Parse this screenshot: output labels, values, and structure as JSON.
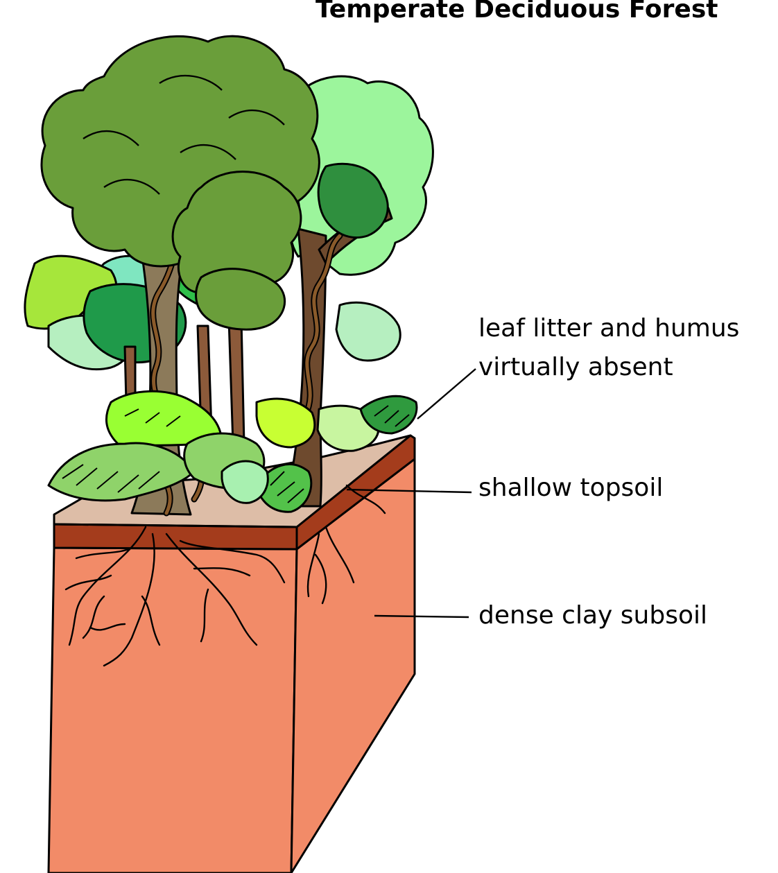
{
  "title": "Temperate Deciduous Forest",
  "labels": {
    "leaf_litter_line1": "leaf litter and humus",
    "leaf_litter_line2": "virtually absent",
    "topsoil": "shallow topsoil",
    "subsoil": "dense clay subsoil"
  },
  "colors": {
    "subsoil": "#f28b68",
    "topsoil": "#a43c1c",
    "litter_surface": "#ddbda7",
    "canopy_dark": "#6a9e3a",
    "canopy_mid": "#2fbf4a",
    "canopy_light": "#9cf59c",
    "trunk": "#8c7a5a",
    "trunk_dark": "#6e4a2e",
    "vine": "#8a5a2a",
    "fern_light": "#a6e63b"
  }
}
